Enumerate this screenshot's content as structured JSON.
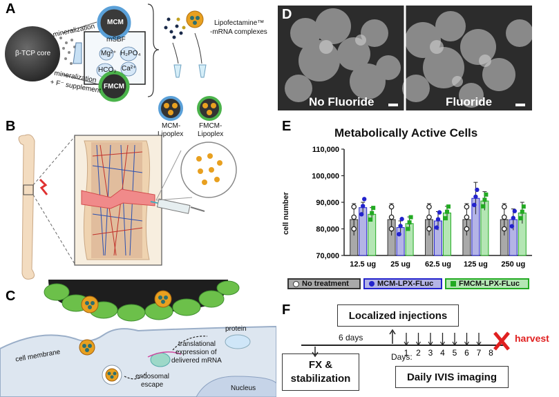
{
  "panels": {
    "a": "A",
    "b": "B",
    "c": "C",
    "d": "D",
    "e": "E",
    "f": "F"
  },
  "panel_a": {
    "core_label": "β-TCP core",
    "mineralization_top": "mineralization",
    "mineralization_bottom_1": "mineralization",
    "mineralization_bottom_2": "+ F⁻ supplement",
    "msbf": "mSBF",
    "ions": [
      "Mg²⁺",
      "H₂PO₄",
      "HCO₃",
      "Ca²⁺"
    ],
    "mcm": "MCM",
    "fmcm": "FMCM",
    "lipo_1": "Lipofectamine™",
    "lipo_2": "-mRNA complexes",
    "mcm_lipoplex_1": "MCM-",
    "mcm_lipoplex_2": "Lipoplex",
    "fmcm_lipoplex_1": "FMCM-",
    "fmcm_lipoplex_2": "Lipoplex"
  },
  "panel_c": {
    "cell_membrane": "cell membrane",
    "translational_1": "translational",
    "translational_2": "expression of",
    "translational_3": "delivered mRNA",
    "protein": "protein",
    "endo_1": "endosomal",
    "endo_2": "escape",
    "nucleus": "Nucleus"
  },
  "panel_d": {
    "left_label": "No Fluoride",
    "right_label": "Fluoride"
  },
  "chart_data": {
    "type": "bar",
    "title": "Metabolically Active Cells",
    "ylabel": "cell number",
    "ylim": [
      70000,
      110000
    ],
    "yticks": [
      "70,000",
      "80,000",
      "90,000",
      "100,000",
      "110,000"
    ],
    "categories": [
      "12.5 ug",
      "25 ug",
      "62.5 ug",
      "125 ug",
      "250 ug"
    ],
    "series": [
      {
        "name": "No treatment",
        "color": "#a9a9a9",
        "edge": "#333333",
        "values": [
          83500,
          83500,
          83500,
          83500,
          83500
        ],
        "err": [
          6000,
          6000,
          6000,
          6000,
          6000
        ]
      },
      {
        "name": "MCM-LPX-FLuc",
        "color": "#b4b4e6",
        "edge": "#2222cc",
        "values": [
          88000,
          80500,
          83000,
          91500,
          83500
        ],
        "err": [
          2000,
          2500,
          3500,
          6000,
          4000
        ]
      },
      {
        "name": "FMCM-LPX-FLuc",
        "color": "#b4e6b4",
        "edge": "#22aa22",
        "values": [
          85500,
          82000,
          86000,
          90500,
          86000
        ],
        "err": [
          2500,
          2500,
          2500,
          3500,
          4000
        ]
      }
    ],
    "legend_position": "bottom"
  },
  "panel_f": {
    "localized": "Localized injections",
    "six_days": "6 days",
    "fx_1": "FX &",
    "fx_2": "stabilization",
    "days_label": "Days:",
    "days": [
      "1",
      "2",
      "3",
      "4",
      "5",
      "6",
      "7",
      "8"
    ],
    "daily": "Daily IVIS imaging",
    "harvest": "harvest",
    "harvest_color": "#e02020"
  }
}
